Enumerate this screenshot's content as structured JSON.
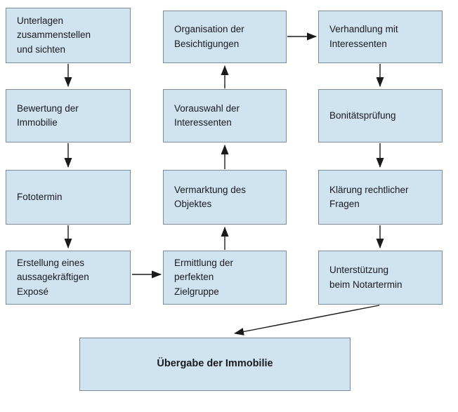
{
  "theme": {
    "box_fill": "#cfe3f1",
    "box_border": "#7e8b97",
    "text_color": "#1a1a1f",
    "arrow_color": "#1a1a1a",
    "page_bg": "#ffffff"
  },
  "diagram": {
    "type": "flowchart",
    "language": "de",
    "boxes": {
      "l1": {
        "label": "Unterlagen\nzusammenstellen\nund sichten"
      },
      "l2": {
        "label": "Bewertung der\nImmobilie"
      },
      "l3": {
        "label": "Fototermin"
      },
      "l4": {
        "label": "Erstellung eines\naussagekräftigen\nExposé"
      },
      "m1": {
        "label": "Organisation der\nBesichtigungen"
      },
      "m2": {
        "label": "Vorauswahl der\nInteressenten"
      },
      "m3": {
        "label": "Vermarktung des\nObjektes"
      },
      "m4": {
        "label": "Ermittlung der\nperfekten\nZielgruppe"
      },
      "r1": {
        "label": "Verhandlung mit\nInteressenten"
      },
      "r2": {
        "label": "Bonitätsprüfung"
      },
      "r3": {
        "label": "Klärung rechtlicher\nFragen"
      },
      "r4": {
        "label": "Unterstützung\nbeim Notartermin"
      },
      "final": {
        "label": "Übergabe der Immobilie"
      }
    },
    "edges": [
      "l1->l2",
      "l2->l3",
      "l3->l4",
      "l4->m4",
      "m4->m3",
      "m3->m2",
      "m2->m1",
      "m1->r1",
      "r1->r2",
      "r2->r3",
      "r3->r4",
      "r4->final"
    ]
  }
}
